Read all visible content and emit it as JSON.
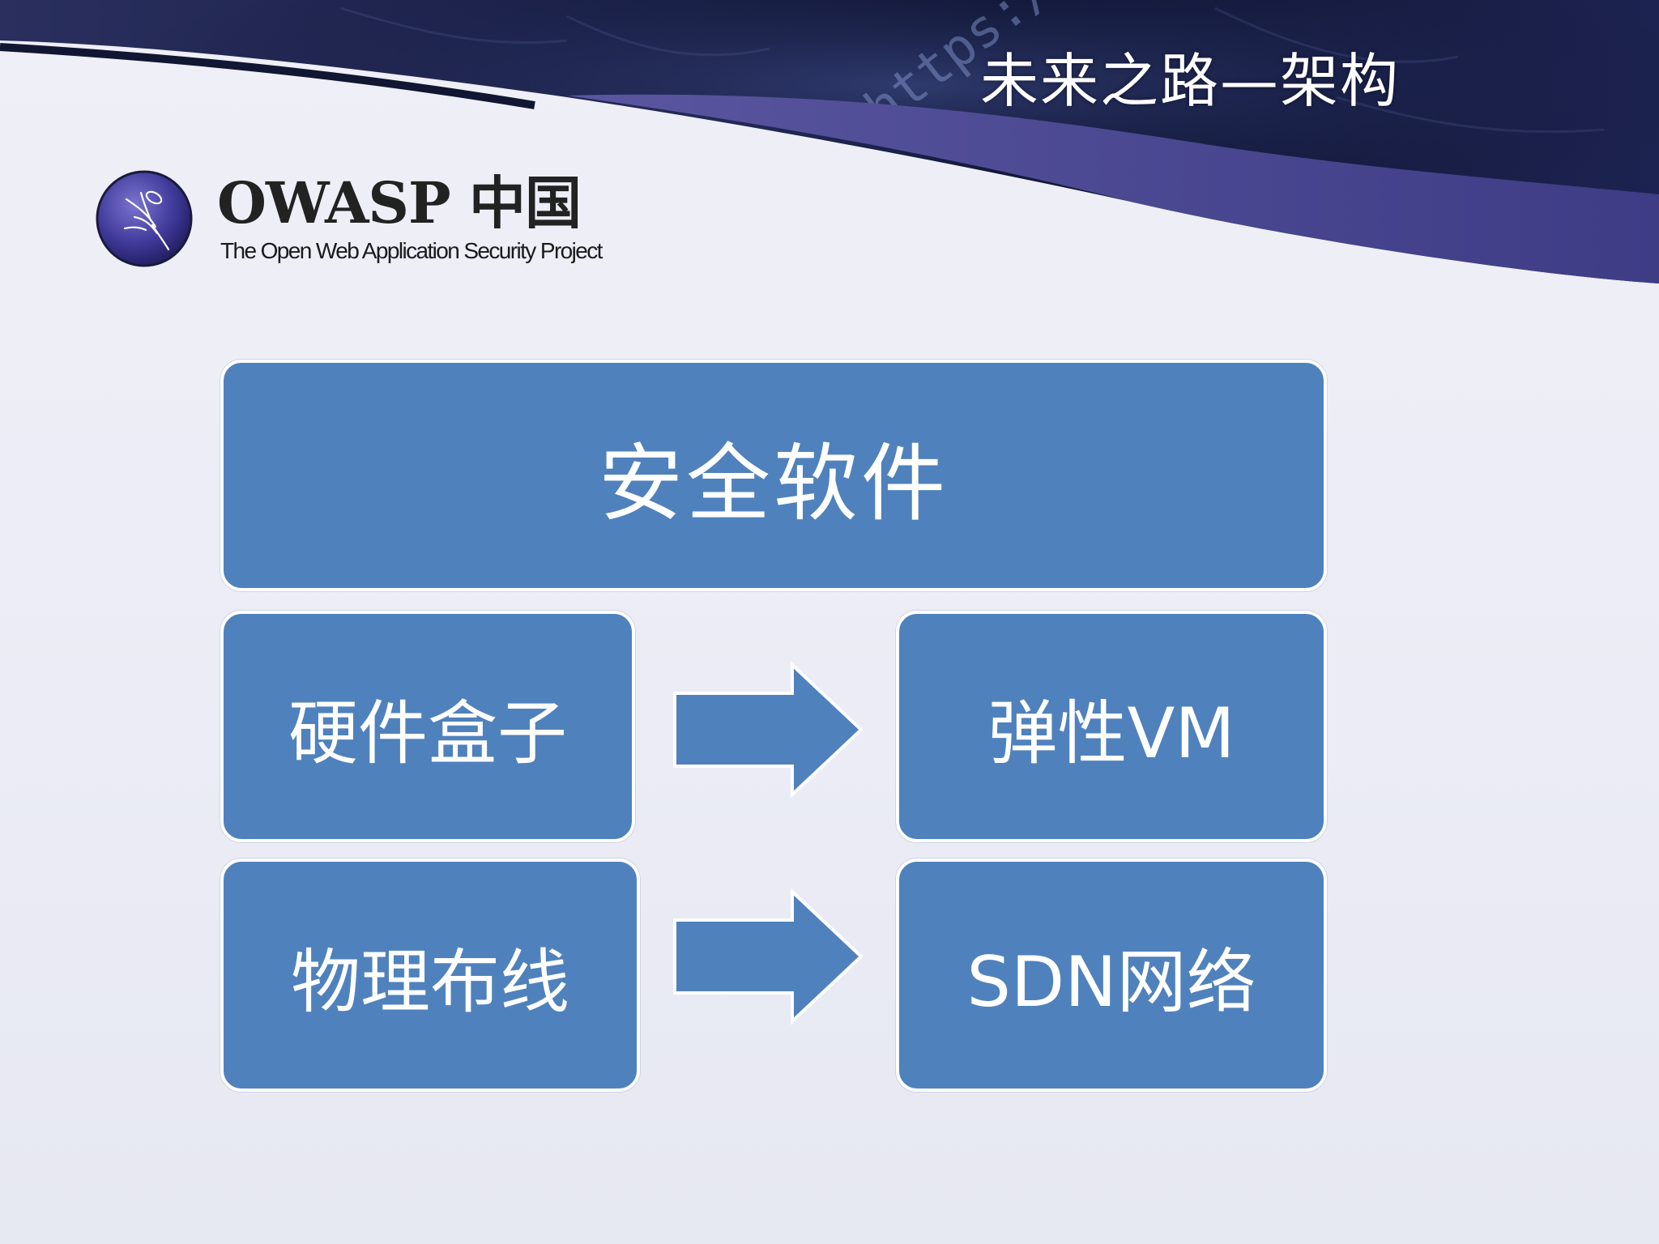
{
  "slide": {
    "title": "未来之路—架构",
    "banner_text": "https://"
  },
  "logo": {
    "name": "OWASP 中国",
    "tagline": "The Open Web Application Security Project"
  },
  "diagram": {
    "top_box": "安全软件",
    "rows": [
      {
        "from": "硬件盒子",
        "to": "弹性VM"
      },
      {
        "from": "物理布线",
        "to": "SDN网络"
      }
    ]
  },
  "colors": {
    "box_fill": "#4f81bd",
    "box_border": "#ffffff",
    "banner_dark": "#141a3c",
    "banner_purple": "#46458c",
    "background": "#ecedf5"
  },
  "icons": {
    "logo": "owasp-wasp-icon",
    "arrow": "right-arrow-icon"
  }
}
